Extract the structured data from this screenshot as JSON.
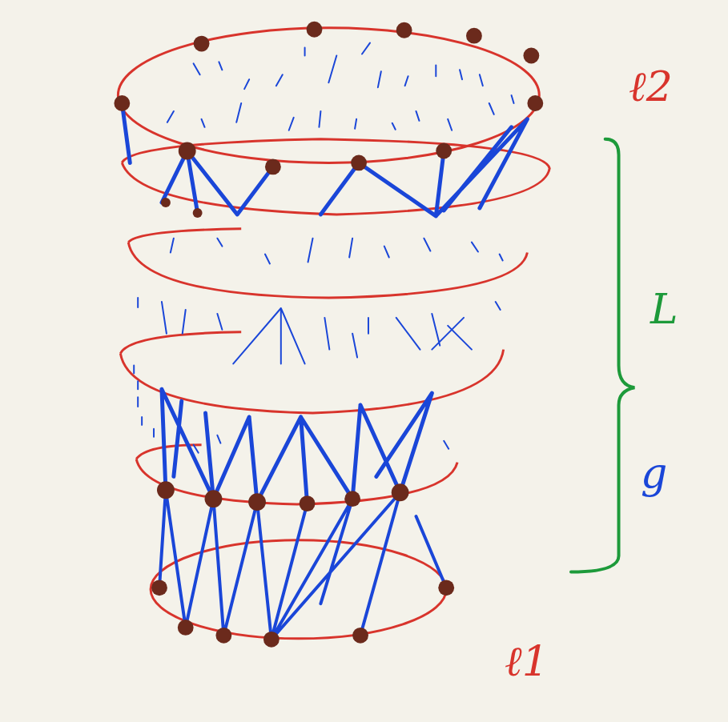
{
  "diagram": {
    "labels": [
      "ℓ2",
      "L",
      "g",
      "ℓ1"
    ]
  }
}
